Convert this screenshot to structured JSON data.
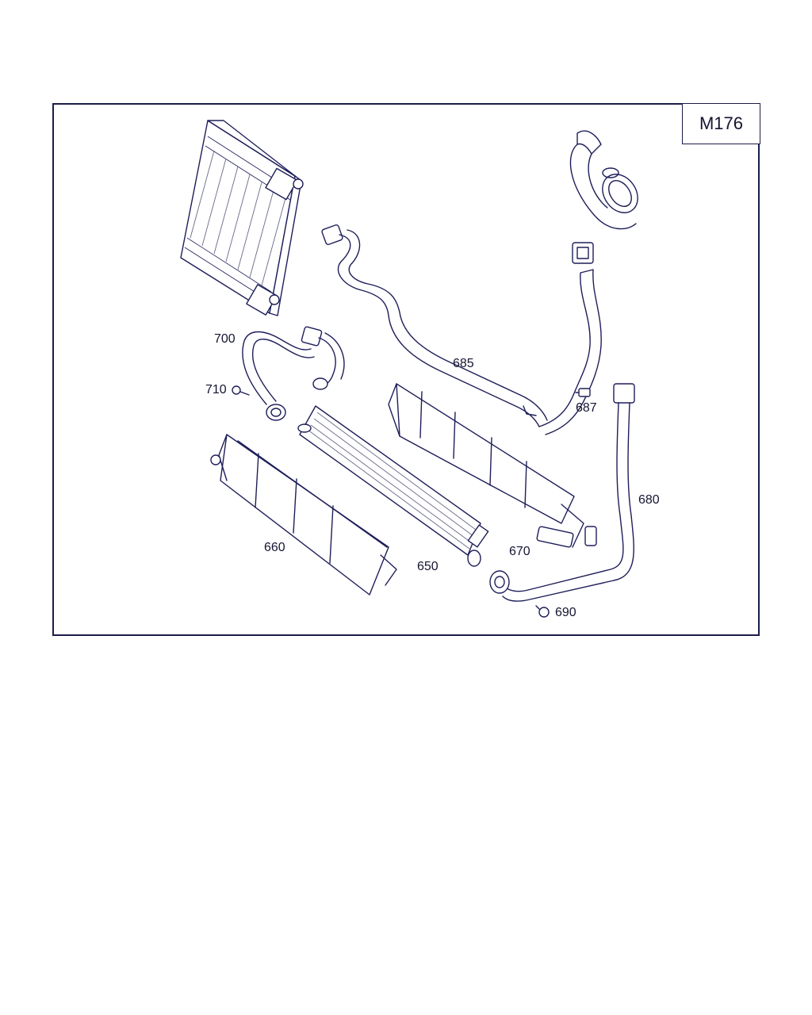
{
  "diagram": {
    "code": "M176",
    "labels": {
      "p700": "700",
      "p710": "710",
      "p685": "685",
      "p687": "687",
      "p680": "680",
      "p660": "660",
      "p650": "650",
      "p670": "670",
      "p690": "690"
    },
    "colors": {
      "line": "#1e1e5a",
      "frame": "#1c1c4a",
      "text": "#141432"
    }
  }
}
